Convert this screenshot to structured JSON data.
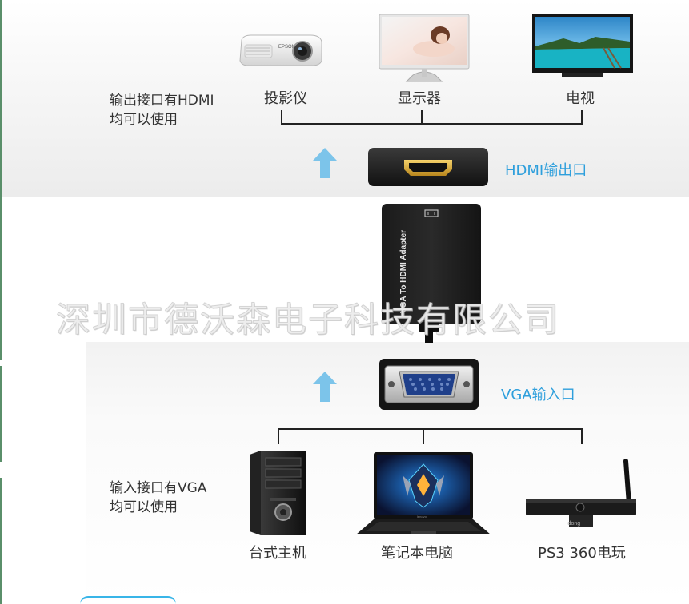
{
  "output_section": {
    "note_line1": "输出接口有HDMI",
    "note_line2": "均可以使用",
    "devices": [
      {
        "label": "投影仪",
        "icon": "projector-icon"
      },
      {
        "label": "显示器",
        "icon": "monitor-icon"
      },
      {
        "label": "电视",
        "icon": "tv-icon"
      }
    ],
    "port_label": "HDMI输出口"
  },
  "adapter": {
    "text": "VGA To HDMI Adapter"
  },
  "watermark": "深圳市德沃森电子科技有限公司",
  "input_section": {
    "port_label": "VGA输入口",
    "note_line1": "输入接口有VGA",
    "note_line2": "均可以使用",
    "devices": [
      {
        "label": "台式主机",
        "icon": "desktop-pc-icon"
      },
      {
        "label": "笔记本电脑",
        "icon": "laptop-icon"
      },
      {
        "label": "PS3 360电玩",
        "icon": "game-console-icon"
      }
    ],
    "brand_tag": "idong"
  },
  "colors": {
    "accent_blue": "#2e9fdc",
    "arrow_blue": "#7cc4ea",
    "connector": "#222222"
  }
}
